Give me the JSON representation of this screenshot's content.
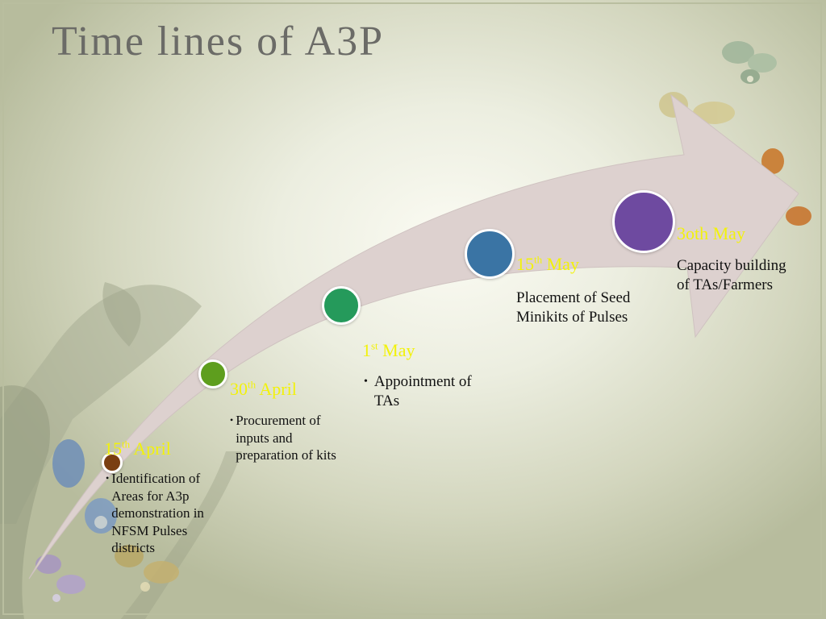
{
  "slide": {
    "title": "Time lines of A3P"
  },
  "timeline": [
    {
      "day": "15",
      "suffix": "th",
      "month": "April",
      "bullet": "•",
      "description": "Identification of Areas for A3p demonstration in NFSM Pulses districts",
      "dot_color": "#7a3f12"
    },
    {
      "day": "30",
      "suffix": "th",
      "month": "April",
      "bullet": "•",
      "description": "Procurement of inputs and preparation of kits",
      "dot_color": "#5e9e1e"
    },
    {
      "day": "1",
      "suffix": "st",
      "month": "May",
      "bullet": "•",
      "description": "Appointment of TAs",
      "dot_color": "#259a5b"
    },
    {
      "day": "15",
      "suffix": "th",
      "month": "May",
      "bullet": "",
      "description": "Placement of Seed Minikits of Pulses",
      "dot_color": "#3a74a4"
    },
    {
      "date_text": "3oth May",
      "bullet": "",
      "description": "Capacity building of TAs/Farmers",
      "dot_color": "#6e4aa0"
    }
  ],
  "colors": {
    "arrow": "#ddd1cf",
    "date_text": "#f2f20b",
    "title_text": "#6b6b67"
  }
}
